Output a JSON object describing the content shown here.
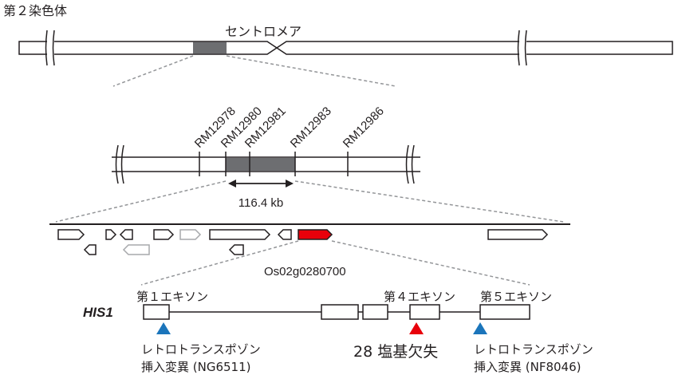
{
  "chromosome": {
    "title": "第２染色体",
    "centromere_label": "セントロメア"
  },
  "markers": {
    "labels": [
      "RM12978",
      "RM12980",
      "RM12981",
      "RM12983",
      "RM12986"
    ],
    "interval_label": "116.4 kb"
  },
  "locus": {
    "gene_id": "Os02g0280700"
  },
  "gene": {
    "name": "HIS1",
    "exon_labels": [
      "第１エキソン",
      "第４エキソン",
      "第５エキソン"
    ],
    "mutations": [
      {
        "line1": "レトロトランスポゾン",
        "line2": "挿入変異 (NG6511)",
        "color": "#1b75bb"
      },
      {
        "line1": "28 塩基欠失",
        "line2": "",
        "color": "#e8000b"
      },
      {
        "line1": "レトロトランスポゾン",
        "line2": "挿入変異 (NF8046)",
        "color": "#1b75bb"
      }
    ]
  },
  "colors": {
    "line": "#231f20",
    "highlight_gray": "#6d6e71",
    "target_gene_red": "#e8000b",
    "dashed_gray": "#939598",
    "light_gene_gray": "#a7a9ac"
  }
}
